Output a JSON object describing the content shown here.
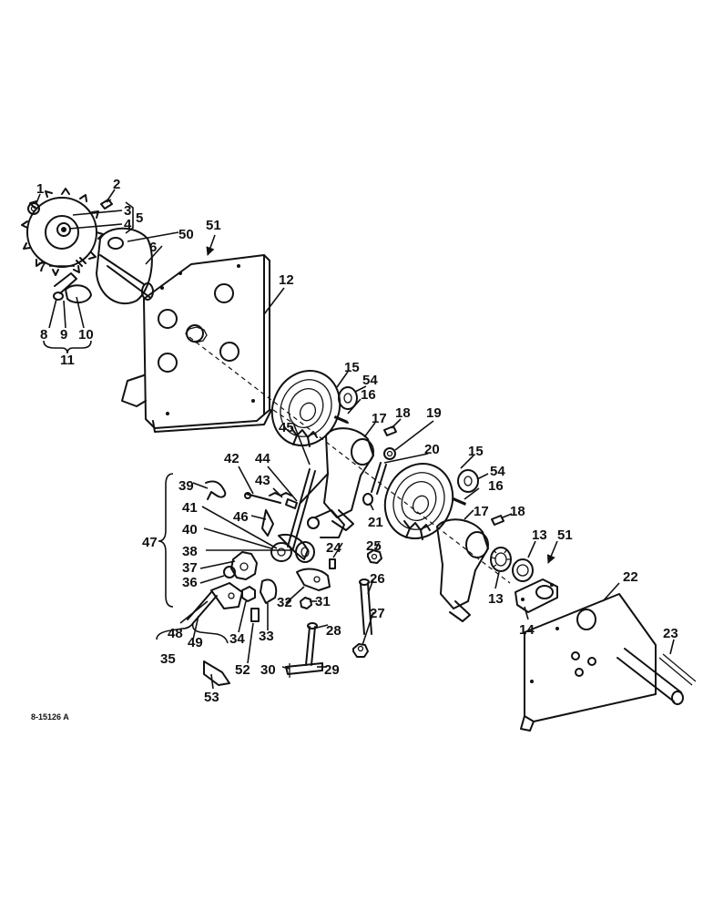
{
  "figure": {
    "reference": "8-15126 A",
    "callouts": [
      "1",
      "2",
      "3",
      "4",
      "5",
      "6",
      "7",
      "8",
      "9",
      "10",
      "11",
      "12",
      "13",
      "13",
      "14",
      "15",
      "15",
      "16",
      "16",
      "17",
      "17",
      "18",
      "18",
      "19",
      "20",
      "21",
      "22",
      "23",
      "24",
      "25",
      "26",
      "27",
      "28",
      "29",
      "30",
      "31",
      "32",
      "33",
      "34",
      "35",
      "36",
      "37",
      "38",
      "39",
      "40",
      "41",
      "42",
      "43",
      "44",
      "45",
      "46",
      "47",
      "48",
      "49",
      "50",
      "51",
      "51",
      "52",
      "53",
      "54",
      "54"
    ]
  }
}
